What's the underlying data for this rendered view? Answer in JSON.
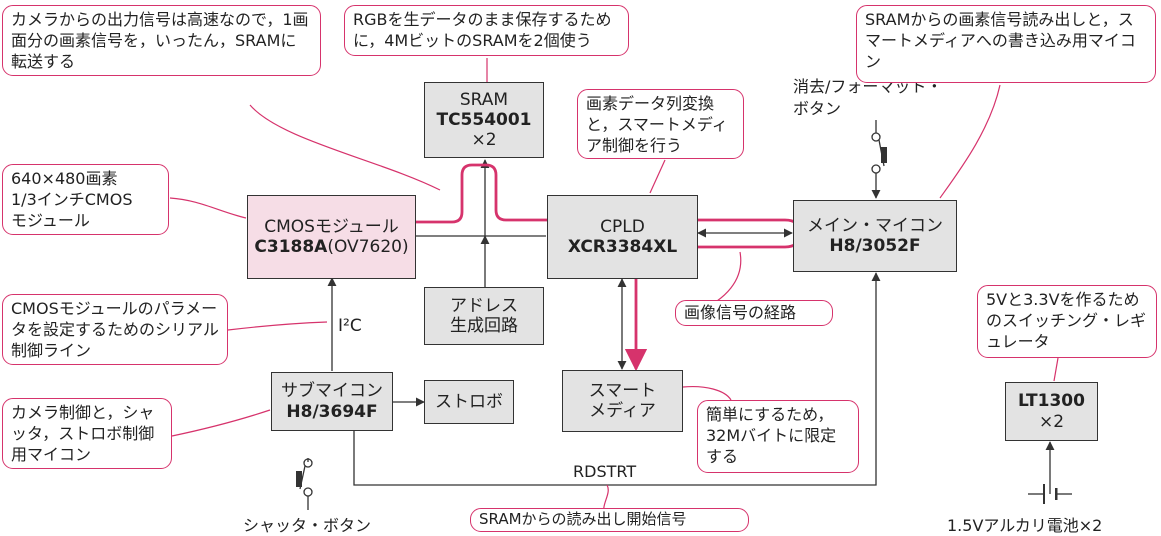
{
  "blocks": {
    "sram": {
      "name": "SRAM",
      "part": "TC554001",
      "count": "×2"
    },
    "cmos": {
      "name": "CMOSモジュール",
      "part": "C3188A",
      "part_note": "(OV7620)"
    },
    "cpld": {
      "name": "CPLD",
      "part": "XCR3384XL"
    },
    "main_mcu": {
      "name": "メイン・マイコン",
      "part": "H8/3052F"
    },
    "addr_gen": {
      "line1": "アドレス",
      "line2": "生成回路"
    },
    "sub_mcu": {
      "name": "サブマイコン",
      "part": "H8/3694F"
    },
    "strobe": {
      "name": "ストロボ"
    },
    "smartmedia": {
      "line1": "スマート",
      "line2": "メディア"
    },
    "regulator": {
      "part": "LT1300",
      "count": "×2"
    }
  },
  "labels": {
    "i2c": "I²C",
    "rdstrt": "RDSTRT",
    "erase_button": "消去/フォーマット・\nボタン",
    "shutter_button": "シャッタ・ボタン",
    "battery": "1.5Vアルカリ電池×2"
  },
  "callouts": {
    "camera_output": "カメラからの出力信号は高速なので，1画面分の画素信号を，いったん，SRAMに転送する",
    "rgb_raw": "RGBを生データのまま保存するために，4MビットのSRAMを2個使う",
    "sram_read": "SRAMからの画素信号読み出しと，スマートメディアへの書き込み用マイコン",
    "pixel_conv": "画素データ列変換と，スマートメディア制御を行う",
    "cmos_module": "640×480画素\n1/3インチCMOS\nモジュール",
    "cmos_params": "CMOSモジュールのパラメータを設定するためのシリアル制御ライン",
    "image_path": "画像信号の経路",
    "regulator_note": "5Vと3.3Vを作るためのスイッチング・レギュレータ",
    "camera_ctrl": "カメラ制御と，シャッタ，ストロボ制御用マイコン",
    "smartmedia_note": "簡単にするため，32Mバイトに限定する",
    "read_start": "SRAMからの読み出し開始信号"
  },
  "colors": {
    "block_fill": "#e3e3e3",
    "cmos_fill": "#f6dde6",
    "accent": "#d6336c",
    "line": "#333333"
  }
}
